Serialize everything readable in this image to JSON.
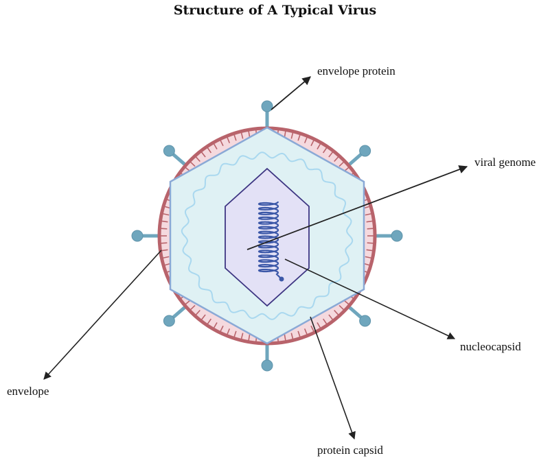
{
  "title": "Structure of A Typical Virus",
  "labels": {
    "envelope_protein": "envelope protein",
    "viral_genome": "viral genome",
    "nucleocapsid": "nucleocapsid",
    "envelope": "envelope",
    "protein_capsid": "protein capsid"
  },
  "colors": {
    "envelope_fill": "#f5d9de",
    "envelope_stroke": "#b8636b",
    "capsid_fill": "#dff1f4",
    "capsid_stroke": "#8aa9d6",
    "rna_wave": "#a9d8ef",
    "nucleocapsid_fill": "#e3e1f6",
    "nucleocapsid_stroke": "#3d3582",
    "genome_coil": "#3c58a8",
    "spike": "#6fa6bd"
  }
}
